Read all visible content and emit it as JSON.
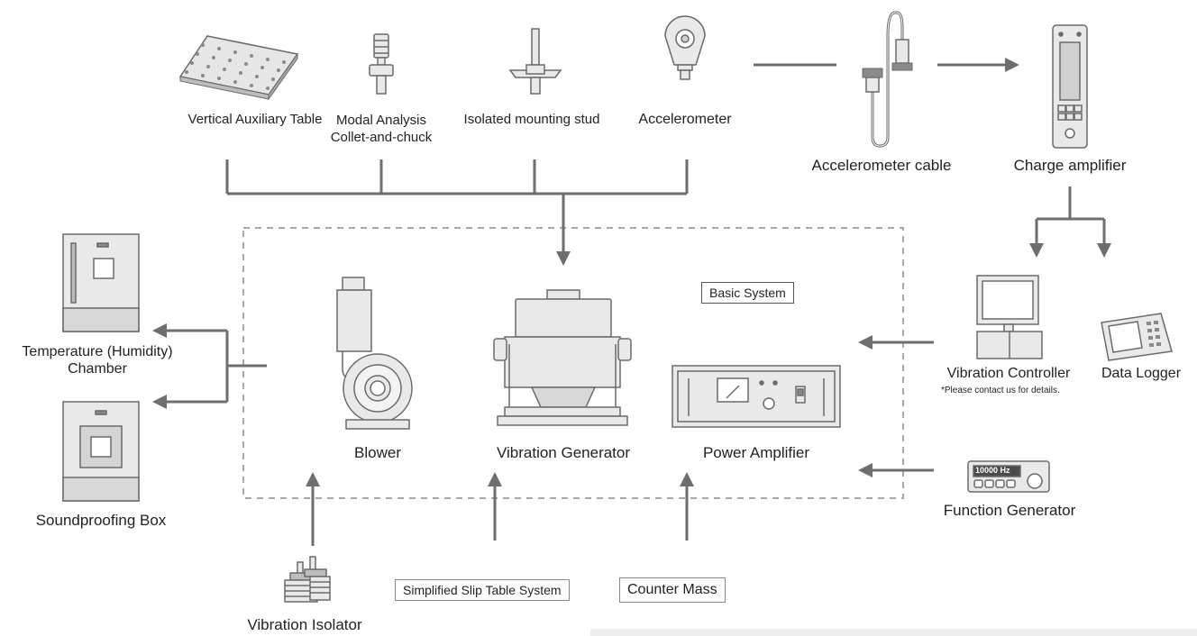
{
  "components": {
    "vertical_aux_table": "Vertical Auxiliary Table",
    "modal_analysis": "Modal Analysis\nCollet-and-chuck",
    "isolated_stud": "Isolated mounting stud",
    "accelerometer": "Accelerometer",
    "accelerometer_cable": "Accelerometer cable",
    "charge_amplifier": "Charge amplifier",
    "temp_chamber": "Temperature (Humidity)\nChamber",
    "soundproof_box": "Soundproofing Box",
    "blower": "Blower",
    "vibration_generator": "Vibration Generator",
    "power_amplifier": "Power Amplifier",
    "basic_system": "Basic System",
    "vibration_controller": "Vibration Controller",
    "data_logger": "Data Logger",
    "contact_note": "*Please contact us for details.",
    "function_generator": "Function Generator",
    "function_display": "10000 Hz",
    "vibration_isolator": "Vibration Isolator",
    "slip_table": "Simplified Slip Table System",
    "counter_mass": "Counter Mass"
  },
  "colors": {
    "line": "#6e6e6e",
    "dashed_border": "#a8a8a8",
    "device_fill": "#e9e9e9",
    "device_stroke": "#6a6a6a"
  }
}
